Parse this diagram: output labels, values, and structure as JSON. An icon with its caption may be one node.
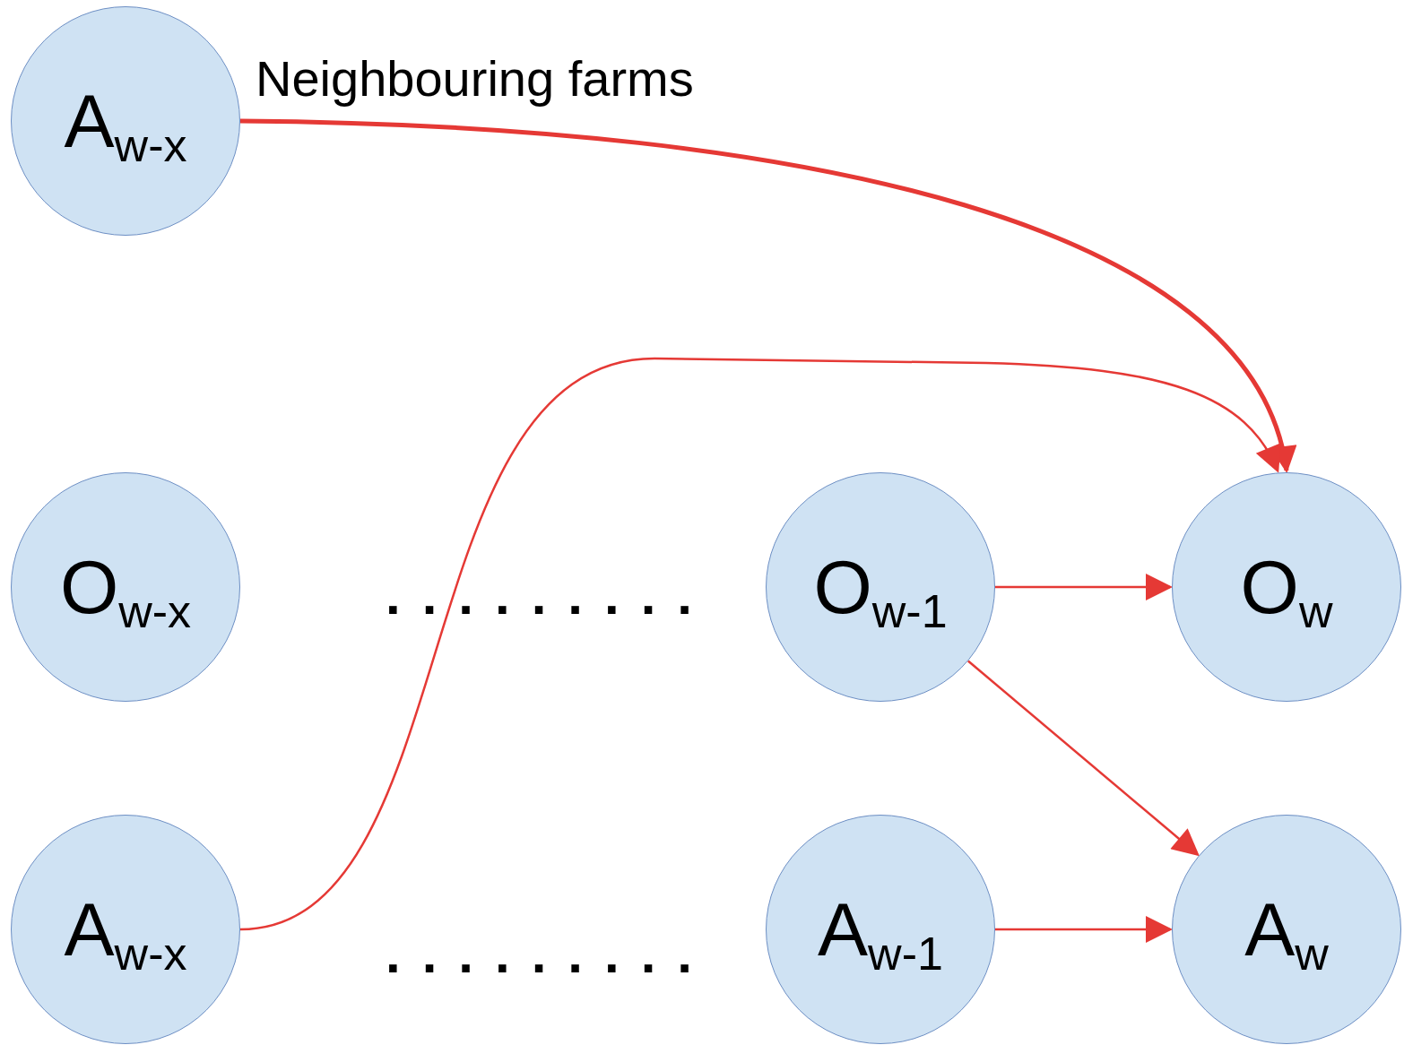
{
  "diagram": {
    "nodes": [
      {
        "text": [
          "A$_{w-x}$"
        ],
        "beside": [
          "Neighbouring farms"
        ]
      },
      {
        "text": [
          "O$_{w-x}$"
        ]
      },
      {
        "text": [
          "O$_{w-1}$"
        ]
      },
      {
        "text": [
          "O$_{w}$"
        ]
      },
      {
        "text": [
          "A$_{w-x}$"
        ]
      },
      {
        "text": [
          "A$_{w-1}$"
        ]
      },
      {
        "text": [
          "A$_{w}$"
        ]
      }
    ],
    "edges": [
      {
        "from": 0,
        "to": 3,
        "arrow": "to",
        "style": "thick"
      },
      {
        "from": 4,
        "to": 3,
        "arrow": "to"
      },
      {
        "from": 2,
        "to": 3,
        "arrow": "to"
      },
      {
        "from": 2,
        "to": 6,
        "arrow": "to"
      },
      {
        "from": 5,
        "to": 6,
        "arrow": "to"
      }
    ],
    "labels": [
      ".........",
      "........."
    ]
  }
}
